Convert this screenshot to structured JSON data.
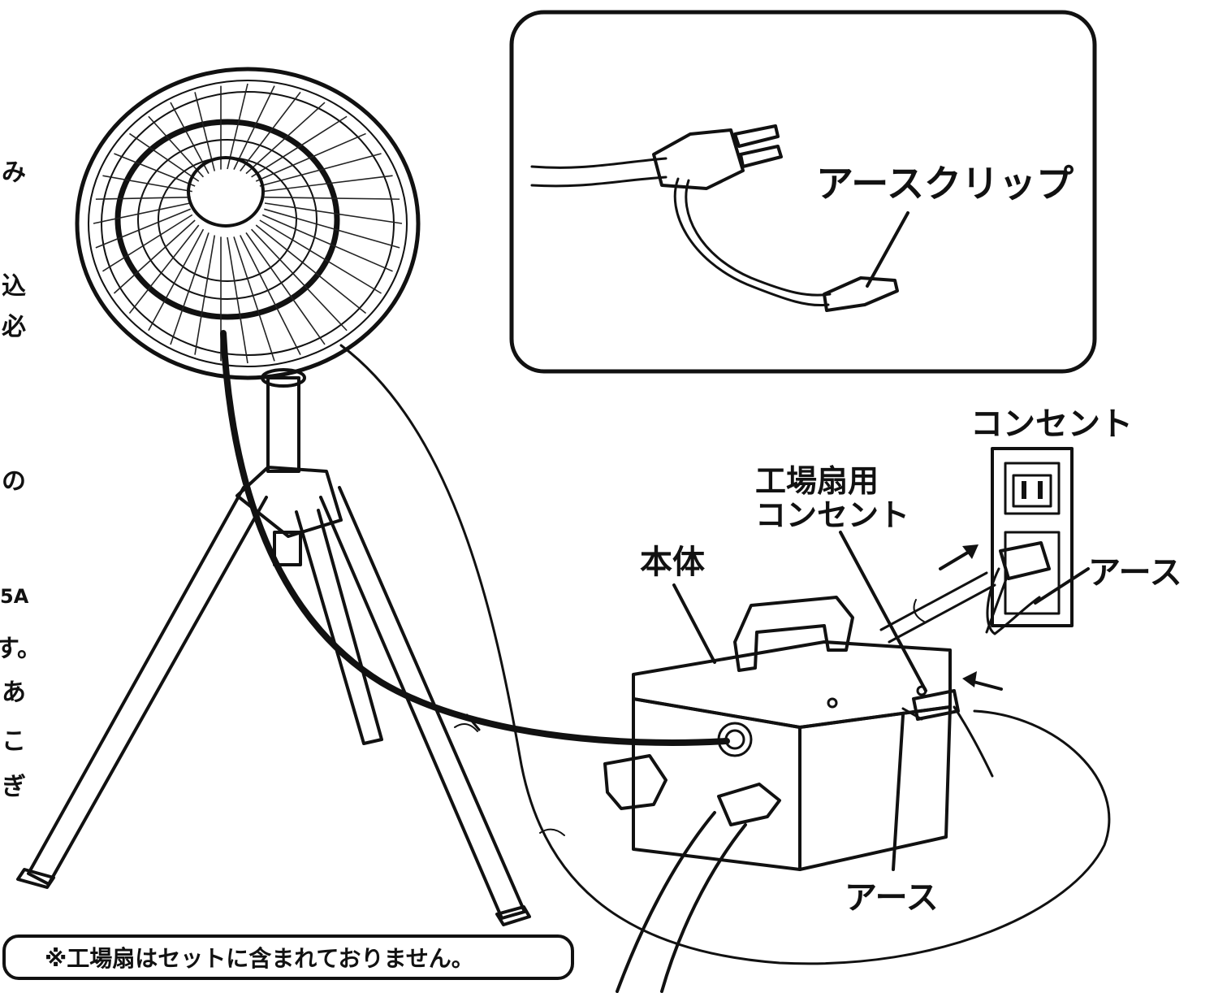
{
  "labels": {
    "earth_clip": "アースクリップ",
    "outlet": "コンセント",
    "fan_outlet_line1": "工場扇用",
    "fan_outlet_line2": "コンセント",
    "main_unit": "本体",
    "earth_right": "アース",
    "earth_bottom": "アース"
  },
  "note": "※工場扇はセットに含まれておりません。",
  "cut_text": [
    "み",
    "込",
    "必",
    "の",
    "5A",
    "す。",
    "あ",
    "こ",
    "ぎ"
  ]
}
